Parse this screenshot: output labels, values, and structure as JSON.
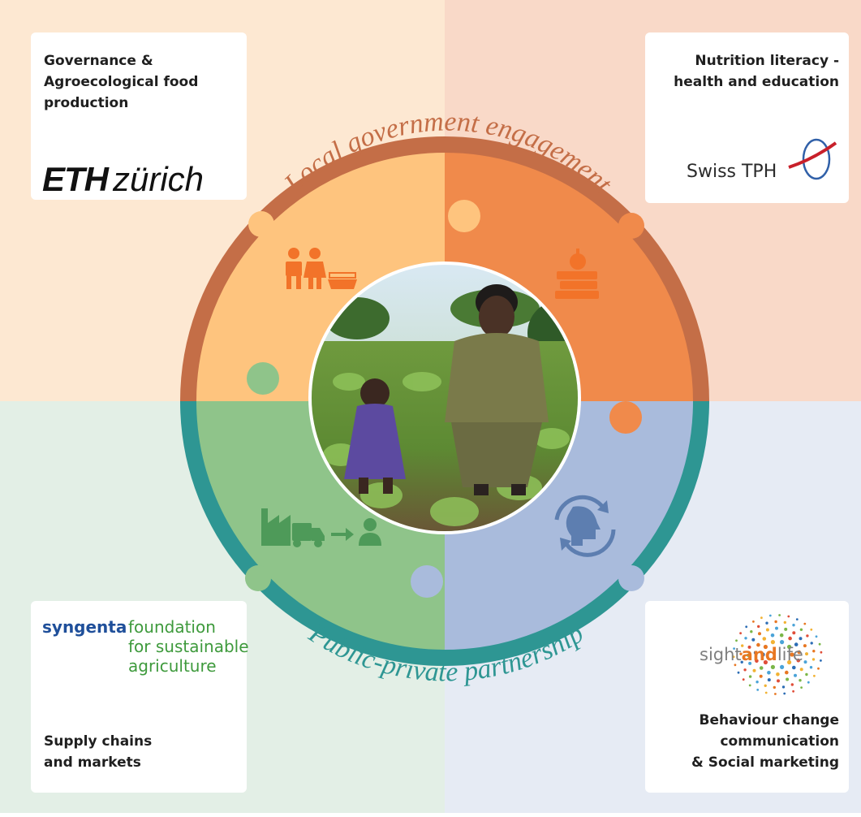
{
  "colors": {
    "bg_top_left": "#fde8d2",
    "bg_top_right": "#f9d9c8",
    "bg_bottom_left": "#e3efe6",
    "bg_bottom_right": "#e6ebf4",
    "ring_top": "#c46e47",
    "ring_bottom": "#2e9693",
    "quad_governance": "#fec47e",
    "quad_nutrition": "#f08a4b",
    "quad_supply": "#8fc48a",
    "quad_behaviour": "#a9bbdc",
    "icon_orange": "#f27329",
    "icon_green": "#4e9a59",
    "icon_blue": "#5d7eb0"
  },
  "arcs": {
    "top_label": "Local government engagement",
    "bottom_label": "Public-private partnership"
  },
  "partners": {
    "top_left": {
      "title_lines": [
        "Governance &",
        "Agroecological food",
        "production"
      ],
      "logo_bold": "ETH",
      "logo_rest": "zürich"
    },
    "top_right": {
      "title_lines": [
        "Nutrition literacy -",
        "health and education"
      ],
      "logo_text": "Swiss TPH"
    },
    "bottom_left": {
      "logo_brand": "syngenta",
      "logo_lines": [
        "foundation",
        "for sustainable",
        "agriculture"
      ],
      "title_lines": [
        "Supply chains",
        "and markets"
      ]
    },
    "bottom_right": {
      "logo_pre": "sight",
      "logo_mid": "and",
      "logo_post": "life",
      "title_lines": [
        "Behaviour change",
        "communication",
        "& Social marketing"
      ]
    }
  },
  "icons": {
    "top_left": "family-and-food-basket-icon",
    "top_right": "apple-on-books-icon",
    "bottom_left": "factory-truck-to-consumer-icon",
    "bottom_right": "head-with-cycle-arrows-icon"
  }
}
